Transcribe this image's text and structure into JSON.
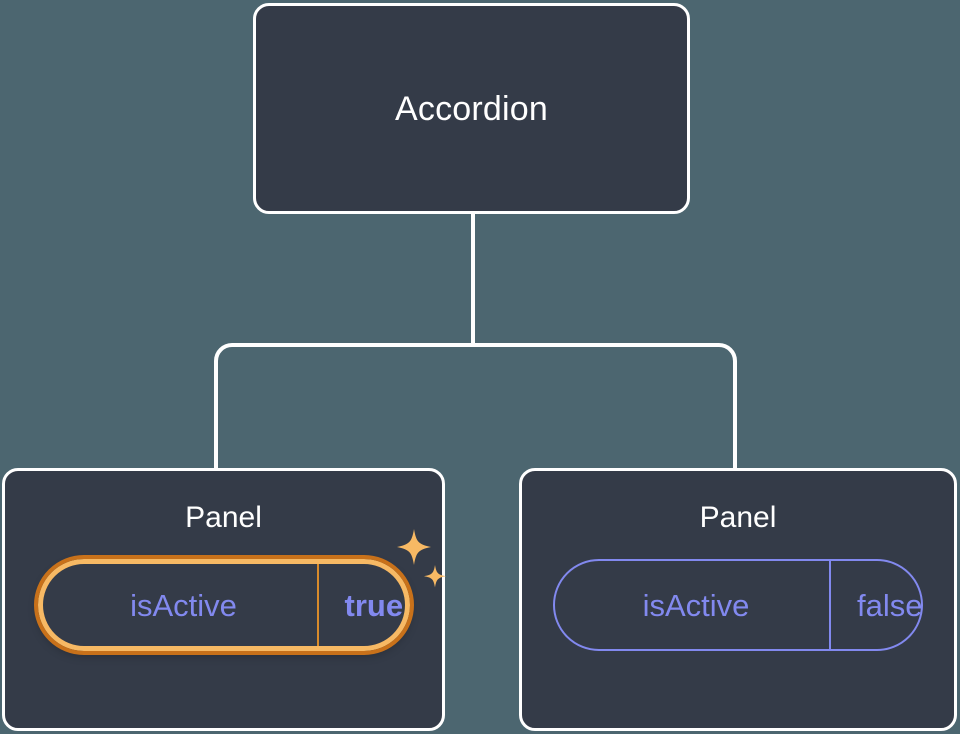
{
  "theme": {
    "background": "#4c6670",
    "card_fill": "#343b48",
    "card_border": "#ffffff",
    "title_text": "#ffffff",
    "prop_indigo": "#8289ef",
    "highlight_inner_ring": "#f7b964",
    "highlight_outer_ring": "#c8711a",
    "highlight_divider": "#d98b2b",
    "sparkle": "#f7b964"
  },
  "tree": {
    "root": {
      "title": "Accordion"
    },
    "children": [
      {
        "title": "Panel",
        "prop": {
          "key": "isActive",
          "value": "true"
        },
        "highlighted": true,
        "sparkle_icons": [
          "sparkle-large-icon",
          "sparkle-small-icon"
        ]
      },
      {
        "title": "Panel",
        "prop": {
          "key": "isActive",
          "value": "false"
        },
        "highlighted": false
      }
    ]
  }
}
